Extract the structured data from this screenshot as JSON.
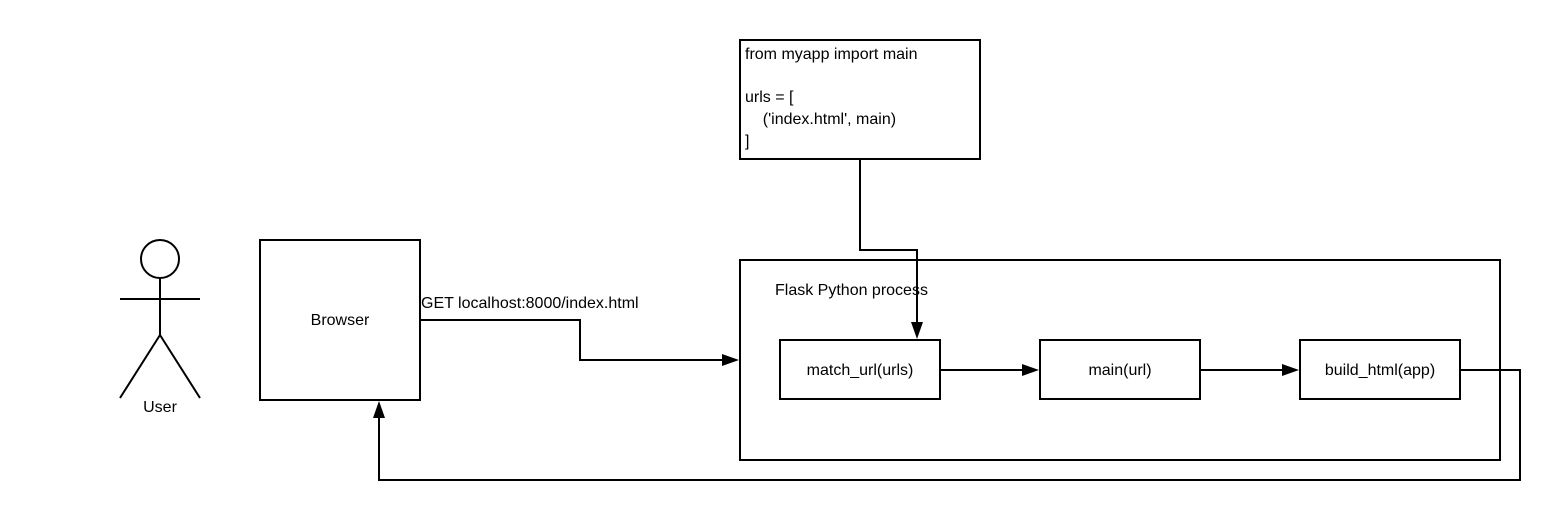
{
  "diagram": {
    "actor": {
      "label": "User"
    },
    "browser": {
      "label": "Browser"
    },
    "request_label": "GET localhost:8000/index.html",
    "code_box": {
      "lines": [
        "from myapp import main",
        "",
        "urls = [",
        "    ('index.html', main)",
        "]"
      ]
    },
    "process_container": {
      "label": "Flask Python process"
    },
    "steps": [
      {
        "label": "match_url(urls)"
      },
      {
        "label": "main(url)"
      },
      {
        "label": "build_html(app)"
      }
    ],
    "colors": {
      "stroke": "#000000",
      "background": "#ffffff"
    }
  }
}
